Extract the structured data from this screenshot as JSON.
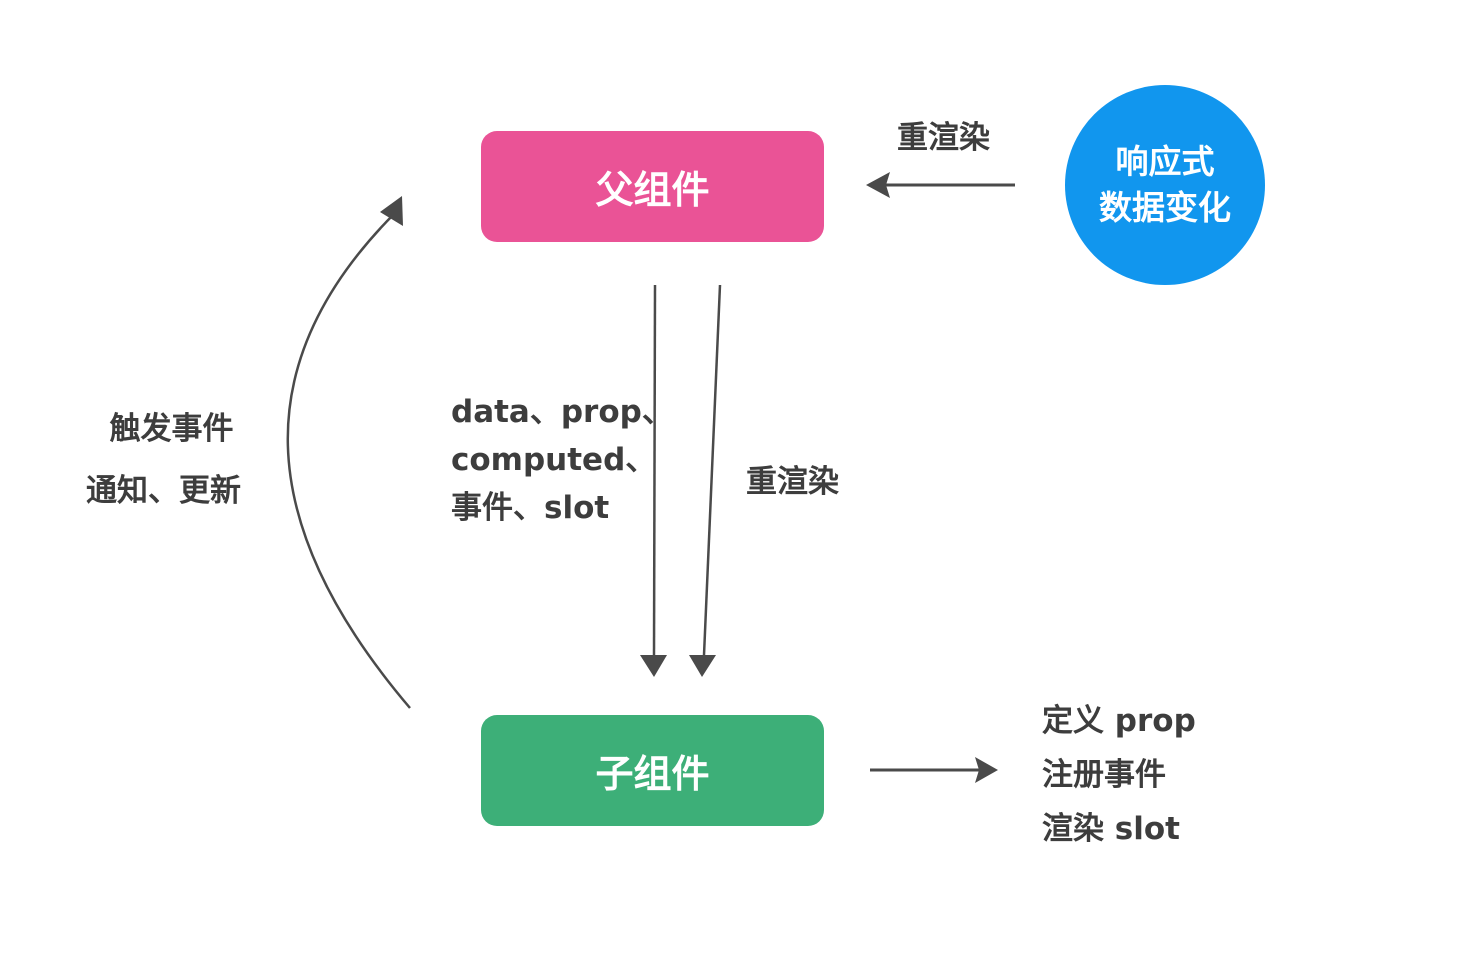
{
  "nodes": {
    "parent": {
      "label": "父组件",
      "color": "#ea5396"
    },
    "child": {
      "label": "子组件",
      "color": "#3daf78"
    },
    "reactive": {
      "line1": "响应式",
      "line2": "数据变化",
      "color": "#1196ee"
    }
  },
  "edges": {
    "reactive_to_parent": "重渲染",
    "parent_to_child_data": [
      "data、prop、",
      "computed、",
      "事件、slot"
    ],
    "parent_to_child_render": "重渲染",
    "child_to_parent": [
      "触发事件",
      "通知、更新"
    ],
    "child_output": [
      "定义 prop",
      "注册事件",
      "渲染 slot"
    ]
  },
  "style": {
    "arrow_color": "#4a4a4a"
  }
}
